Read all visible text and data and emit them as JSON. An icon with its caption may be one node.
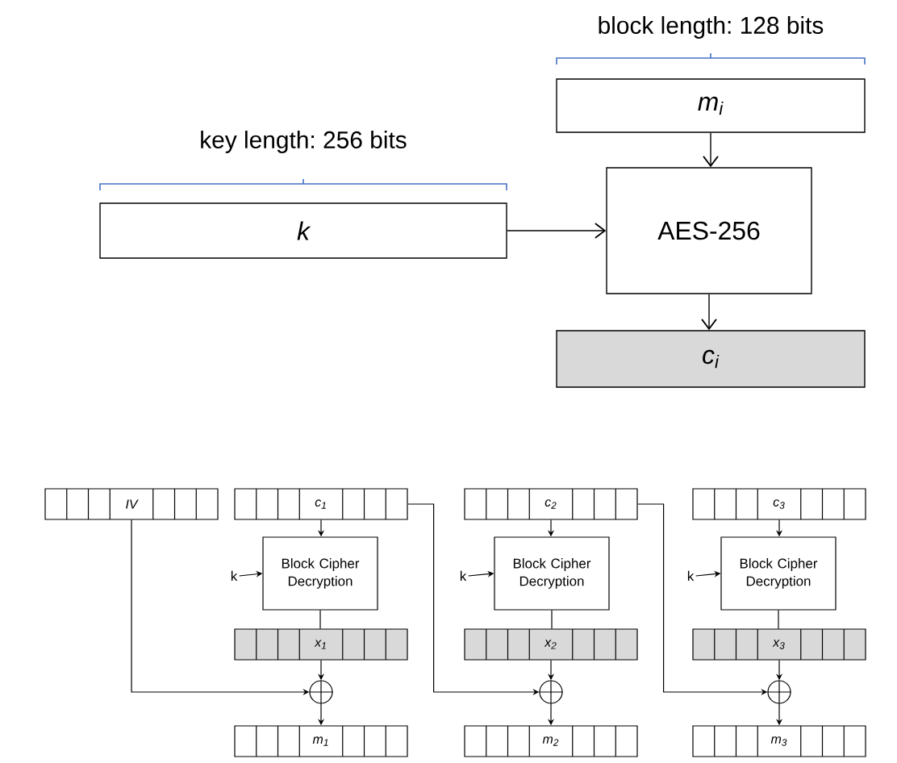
{
  "diagram": {
    "nodes": [
      {
        "text": [
          "m$_{i}$"
        ]
      },
      {
        "text": [
          "k"
        ]
      },
      {
        "text": [
          "AES-256"
        ]
      },
      {
        "text": [
          "c$_{i}$"
        ]
      },
      {
        "text": [
          "IV"
        ]
      },
      {
        "text": [
          "c$_{1}$"
        ]
      },
      {
        "text": [
          "c$_{2}$"
        ]
      },
      {
        "text": [
          "c$_{3}$"
        ]
      },
      {
        "text": [
          "k"
        ]
      },
      {
        "text": [
          "Block Cipher Decryption"
        ]
      },
      {
        "text": [
          "k"
        ]
      },
      {
        "text": [
          "Block Cipher Decryption"
        ]
      },
      {
        "text": [
          "k"
        ]
      },
      {
        "text": [
          "Block Cipher Decryption"
        ]
      },
      {
        "text": [
          "x$_{1}$"
        ]
      },
      {
        "text": [
          "x$_{2}$"
        ]
      },
      {
        "text": [
          "x$_{3}$"
        ]
      },
      {
        "text": [],
        "shape": "circle"
      },
      {
        "text": [],
        "shape": "circle"
      },
      {
        "text": [],
        "shape": "circle"
      },
      {
        "text": [
          "m$_{1}$"
        ]
      },
      {
        "text": [
          "m$_{2}$"
        ]
      },
      {
        "text": [
          "m$_{3}$"
        ]
      }
    ],
    "edges": [
      {
        "from": 1,
        "to": 2,
        "arrow": "to"
      },
      {
        "from": 0,
        "to": 2,
        "arrow": "to"
      },
      {
        "from": 2,
        "to": 3,
        "arrow": "to"
      },
      {
        "from": 5,
        "to": 9,
        "arrow": "to"
      },
      {
        "from": 6,
        "to": 11,
        "arrow": "to"
      },
      {
        "from": 7,
        "to": 13,
        "arrow": "to"
      },
      {
        "from": 8,
        "to": 9,
        "arrow": "to"
      },
      {
        "from": 10,
        "to": 11,
        "arrow": "to"
      },
      {
        "from": 12,
        "to": 13,
        "arrow": "to"
      },
      {
        "from": 9,
        "to": 14,
        "arrow": "none"
      },
      {
        "from": 11,
        "to": 15,
        "arrow": "none"
      },
      {
        "from": 13,
        "to": 16,
        "arrow": "none"
      },
      {
        "from": 14,
        "to": 17,
        "arrow": "to"
      },
      {
        "from": 15,
        "to": 18,
        "arrow": "to"
      },
      {
        "from": 16,
        "to": 19,
        "arrow": "to"
      },
      {
        "from": 4,
        "to": 17,
        "arrow": "to"
      },
      {
        "from": 5,
        "to": 18,
        "arrow": "to"
      },
      {
        "from": 6,
        "to": 19,
        "arrow": "to"
      },
      {
        "from": 17,
        "to": 20,
        "arrow": "to"
      },
      {
        "from": 18,
        "to": 21,
        "arrow": "to"
      },
      {
        "from": 19,
        "to": 22,
        "arrow": "to"
      }
    ],
    "labels": [
      "block length: 128 bits",
      "key length: 256 bits"
    ]
  }
}
